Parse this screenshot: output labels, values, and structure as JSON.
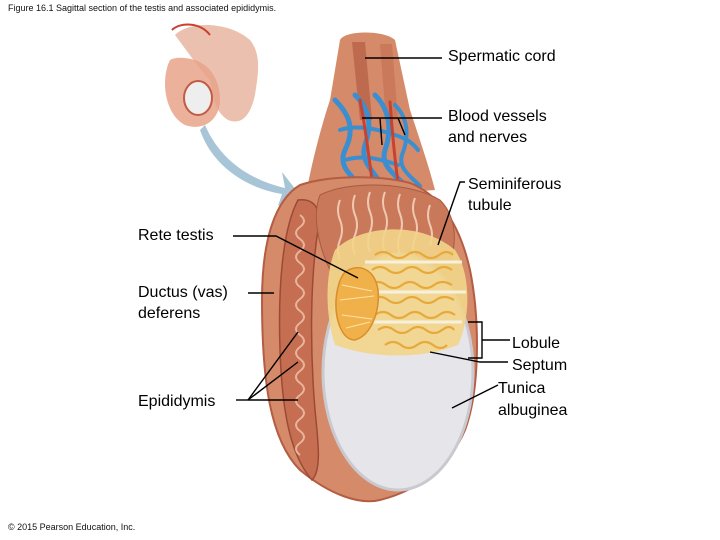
{
  "figure": {
    "caption": "Figure 16.1 Sagittal section of the testis and associated epididymis.",
    "copyright": "© 2015 Pearson Education, Inc."
  },
  "labels": {
    "spermatic_cord": "Spermatic cord",
    "blood_vessels_1": "Blood vessels",
    "blood_vessels_2": "and nerves",
    "seminiferous_1": "Seminiferous",
    "seminiferous_2": "tubule",
    "rete_testis": "Rete testis",
    "ductus_1": "Ductus (vas)",
    "ductus_2": "deferens",
    "lobule": "Lobule",
    "septum": "Septum",
    "tunica_1": "Tunica",
    "tunica_2": "albuginea",
    "epididymis": "Epididymis"
  },
  "colors": {
    "tissue": "#d58a69",
    "tissue_dark": "#b35d44",
    "tubule": "#f2c55e",
    "vessel_blue": "#3b8fd0",
    "vessel_red": "#c9412f",
    "albuginea": "#e6e6ea",
    "arrow": "#9fbfd4"
  }
}
